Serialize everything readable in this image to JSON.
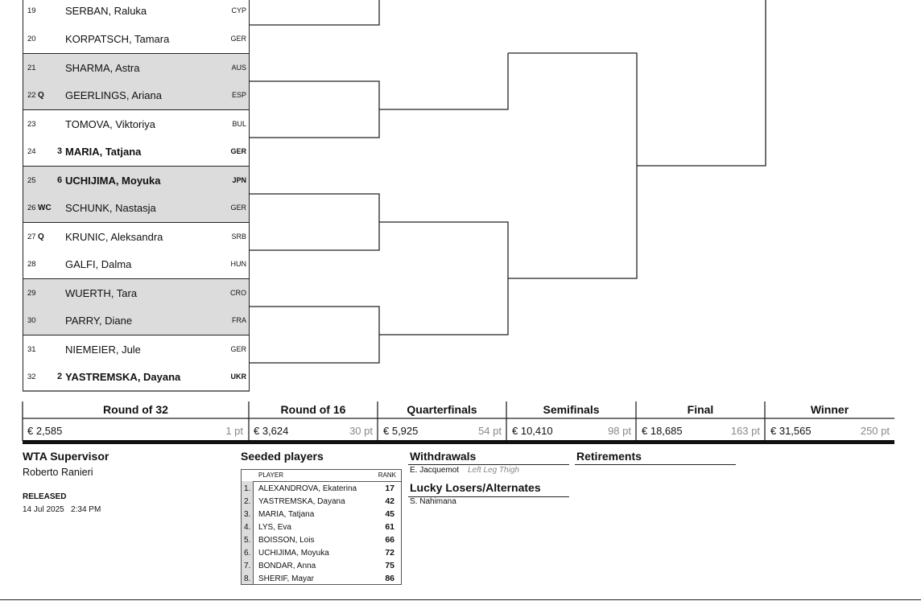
{
  "players": [
    {
      "num": "19",
      "tag": "",
      "seed": "",
      "name": "SERBAN, Raluka",
      "country": "CYP",
      "shade": false,
      "bold": false
    },
    {
      "num": "20",
      "tag": "",
      "seed": "",
      "name": "KORPATSCH, Tamara",
      "country": "GER",
      "shade": false,
      "bold": false
    },
    {
      "num": "21",
      "tag": "",
      "seed": "",
      "name": "SHARMA, Astra",
      "country": "AUS",
      "shade": true,
      "bold": false
    },
    {
      "num": "22",
      "tag": "Q",
      "seed": "",
      "name": "GEERLINGS, Ariana",
      "country": "ESP",
      "shade": true,
      "bold": false
    },
    {
      "num": "23",
      "tag": "",
      "seed": "",
      "name": "TOMOVA, Viktoriya",
      "country": "BUL",
      "shade": false,
      "bold": false
    },
    {
      "num": "24",
      "tag": "",
      "seed": "3",
      "name": "MARIA, Tatjana",
      "country": "GER",
      "shade": false,
      "bold": true
    },
    {
      "num": "25",
      "tag": "",
      "seed": "6",
      "name": "UCHIJIMA, Moyuka",
      "country": "JPN",
      "shade": true,
      "bold": true
    },
    {
      "num": "26",
      "tag": "WC",
      "seed": "",
      "name": "SCHUNK, Nastasja",
      "country": "GER",
      "shade": true,
      "bold": false
    },
    {
      "num": "27",
      "tag": "Q",
      "seed": "",
      "name": "KRUNIC, Aleksandra",
      "country": "SRB",
      "shade": false,
      "bold": false
    },
    {
      "num": "28",
      "tag": "",
      "seed": "",
      "name": "GALFI, Dalma",
      "country": "HUN",
      "shade": false,
      "bold": false
    },
    {
      "num": "29",
      "tag": "",
      "seed": "",
      "name": "WUERTH, Tara",
      "country": "CRO",
      "shade": true,
      "bold": false
    },
    {
      "num": "30",
      "tag": "",
      "seed": "",
      "name": "PARRY, Diane",
      "country": "FRA",
      "shade": true,
      "bold": false
    },
    {
      "num": "31",
      "tag": "",
      "seed": "",
      "name": "NIEMEIER, Jule",
      "country": "GER",
      "shade": false,
      "bold": false
    },
    {
      "num": "32",
      "tag": "",
      "seed": "2",
      "name": "YASTREMSKA, Dayana",
      "country": "UKR",
      "shade": false,
      "bold": true
    }
  ],
  "rounds": [
    {
      "name": "Round of 32",
      "prize": "€ 2,585",
      "points": "1 pt"
    },
    {
      "name": "Round of 16",
      "prize": "€ 3,624",
      "points": "30 pt"
    },
    {
      "name": "Quarterfinals",
      "prize": "€ 5,925",
      "points": "54 pt"
    },
    {
      "name": "Semifinals",
      "prize": "€ 10,410",
      "points": "98 pt"
    },
    {
      "name": "Final",
      "prize": "€ 18,685",
      "points": "163 pt"
    },
    {
      "name": "Winner",
      "prize": "€ 31,565",
      "points": "250 pt"
    }
  ],
  "supervisor": {
    "title": "WTA Supervisor",
    "name": "Roberto Ranieri"
  },
  "released": {
    "label": "RELEASED",
    "datetime": "14 Jul 2025   2:34 PM"
  },
  "seeded": {
    "title": "Seeded players",
    "col_player": "PLAYER",
    "col_rank": "RANK",
    "rows": [
      {
        "idx": "1.",
        "name": "ALEXANDROVA, Ekaterina",
        "rank": "17"
      },
      {
        "idx": "2.",
        "name": "YASTREMSKA, Dayana",
        "rank": "42"
      },
      {
        "idx": "3.",
        "name": "MARIA, Tatjana",
        "rank": "45"
      },
      {
        "idx": "4.",
        "name": "LYS, Eva",
        "rank": "61"
      },
      {
        "idx": "5.",
        "name": "BOISSON, Lois",
        "rank": "66"
      },
      {
        "idx": "6.",
        "name": "UCHIJIMA, Moyuka",
        "rank": "72"
      },
      {
        "idx": "7.",
        "name": "BONDAR, Anna",
        "rank": "75"
      },
      {
        "idx": "8.",
        "name": "SHERIF, Mayar",
        "rank": "86"
      }
    ]
  },
  "withdrawals": {
    "title": "Withdrawals",
    "player": "E. Jacquemot",
    "reason": "Left Leg Thigh"
  },
  "retirements": {
    "title": "Retirements"
  },
  "lucky_losers": {
    "title": "Lucky Losers/Alternates",
    "player": "S. Nahimana"
  }
}
